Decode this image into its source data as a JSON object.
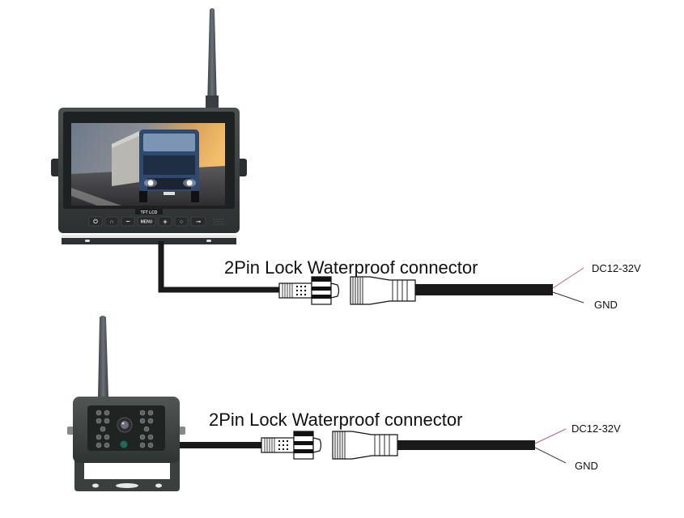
{
  "diagram": {
    "title": "Wireless monitor and camera wiring diagram",
    "monitor": {
      "name": "7-inch wireless monitor",
      "brand_label": "TFT LCD",
      "buttons": [
        {
          "name": "power",
          "glyph": "⏻"
        },
        {
          "name": "mirror",
          "glyph": "∩"
        },
        {
          "name": "minus",
          "glyph": "−"
        },
        {
          "name": "menu",
          "glyph": "MENU"
        },
        {
          "name": "plus",
          "glyph": "+"
        },
        {
          "name": "pair",
          "glyph": "○"
        },
        {
          "name": "key",
          "glyph": "⊸"
        }
      ],
      "connector_label": "2Pin Lock Waterproof connector",
      "wire_positive": "DC12-32V",
      "wire_ground": "GND"
    },
    "camera": {
      "name": "Wireless backup camera",
      "connector_label": "2Pin Lock Waterproof connector",
      "wire_positive": "DC12-32V",
      "wire_ground": "GND"
    },
    "colors": {
      "cable": "#1a1a1a",
      "wire_positive": "#c0607a",
      "wire_ground": "#333333",
      "device_body": "#3a3d3d"
    }
  }
}
